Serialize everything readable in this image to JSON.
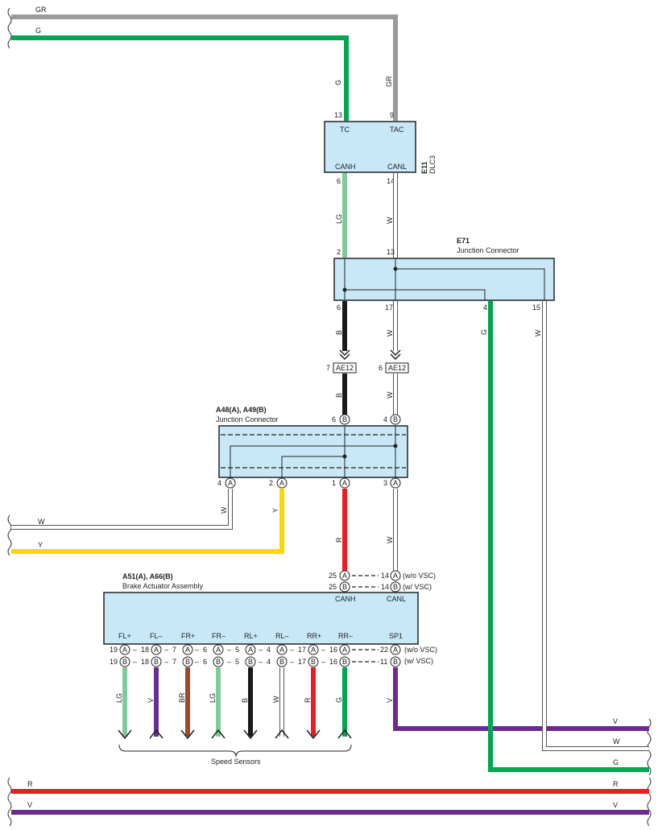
{
  "colors": {
    "GR": "#9a9a9a",
    "G": "#00a651",
    "LG": "#7ecb9a",
    "W": "#ffffff",
    "B": "#1a1a1a",
    "Y": "#ffd700",
    "R": "#ed1c24",
    "V": "#6a2c91",
    "BR": "#9b4a2c",
    "box_fill": "#c8e8f8"
  },
  "wire_labels": {
    "gr": "GR",
    "g": "G",
    "lg": "LG",
    "w": "W",
    "b": "B",
    "y": "Y",
    "r": "R",
    "v": "V",
    "br": "BR"
  },
  "dlc3": {
    "id": "E11",
    "name": "DLC3",
    "pins": {
      "tc": "TC",
      "tac": "TAC",
      "canh": "CANH",
      "canl": "CANL"
    },
    "pin_numbers": {
      "tc": "13",
      "tac": "9",
      "canh": "6",
      "canl": "14"
    }
  },
  "e71": {
    "id": "E71",
    "name": "Junction Connector",
    "pin_numbers": {
      "p2": "2",
      "p13": "13",
      "p6": "6",
      "p17": "17",
      "p4": "4",
      "p15": "15"
    }
  },
  "ae12": {
    "label": "AE12",
    "pin_left": "7",
    "pin_right": "6"
  },
  "a48": {
    "id": "A48(A), A49(B)",
    "name": "Junction Connector",
    "top_pins": {
      "p6": "6",
      "p4": "4"
    },
    "bottom_pins": {
      "p4": "4",
      "p2": "2",
      "p1": "1",
      "p3": "3"
    },
    "marker_a": "A",
    "marker_b": "B"
  },
  "a51": {
    "id": "A51(A), A66(B)",
    "name": "Brake Actuator Assembly",
    "can_labels": {
      "canh": "CANH",
      "canl": "CANL"
    },
    "can_pins": {
      "canh_a": "25",
      "canh_b": "25",
      "canl_a": "14",
      "canl_b": "14",
      "note_a": "(w/o VSC)",
      "note_b": "(w/ VSC)"
    },
    "bottom_labels": [
      "FL+",
      "FL–",
      "FR+",
      "FR–",
      "RL+",
      "RL–",
      "RR+",
      "RR–",
      "SP1"
    ],
    "pin_pairs": [
      {
        "a": "19",
        "b": "19"
      },
      {
        "a": "18",
        "b": "18"
      },
      {
        "a": "7",
        "b": "7"
      },
      {
        "a": "6",
        "b": "6"
      },
      {
        "a": "5",
        "b": "5"
      },
      {
        "a": "4",
        "b": "4"
      },
      {
        "a": "17",
        "b": "17"
      },
      {
        "a": "16",
        "b": "16"
      },
      {
        "a": "22",
        "b": "11"
      }
    ],
    "sp1_note_a": "(w/o VSC)",
    "sp1_note_b": "(w/ VSC)",
    "sensor_wires": [
      "LG",
      "V",
      "BR",
      "LG",
      "B",
      "W",
      "R",
      "G",
      "V"
    ],
    "speed_sensors": "Speed Sensors"
  }
}
